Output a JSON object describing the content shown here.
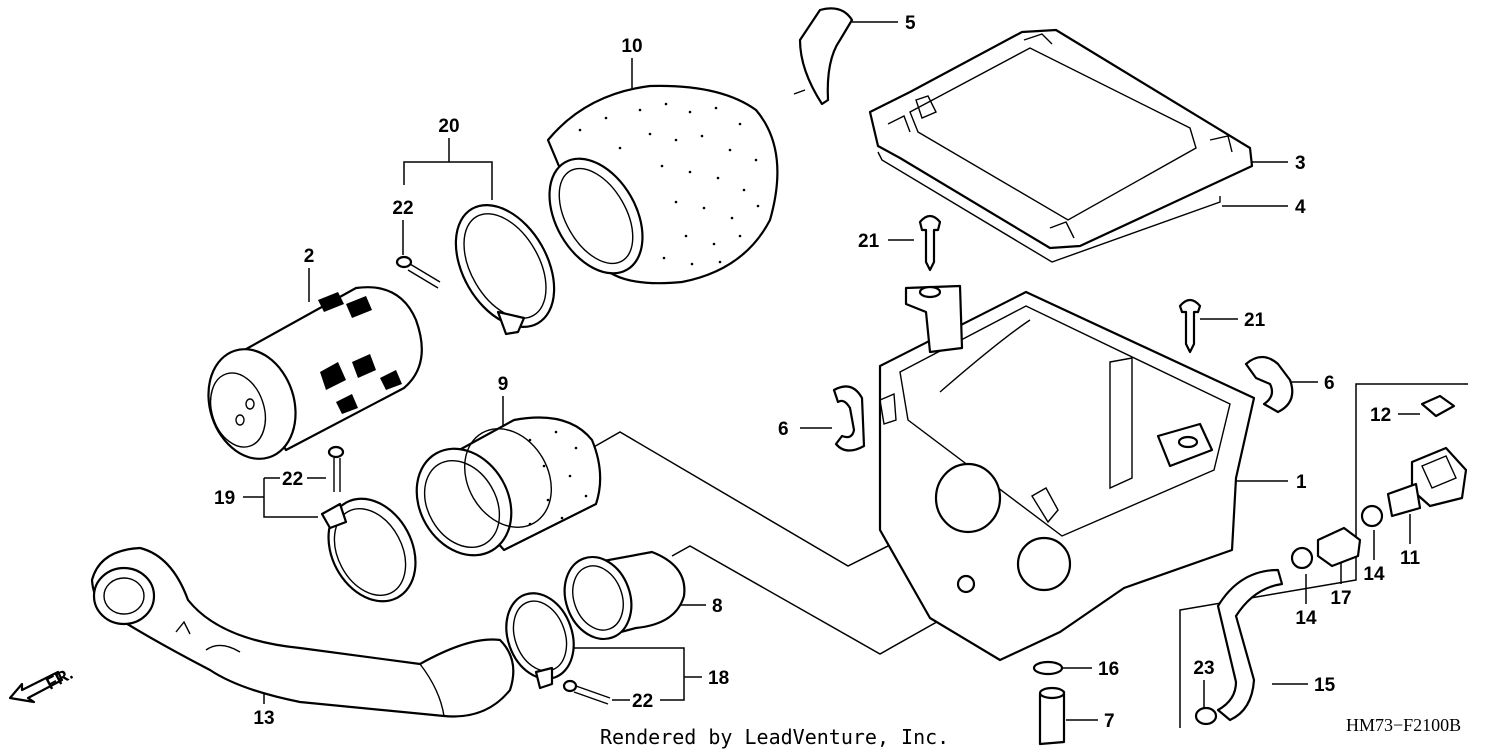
{
  "callouts": {
    "c1": "1",
    "c2": "2",
    "c3": "3",
    "c4": "4",
    "c5": "5",
    "c6a": "6",
    "c6b": "6",
    "c7": "7",
    "c8": "8",
    "c9": "9",
    "c10": "10",
    "c11": "11",
    "c12": "12",
    "c13": "13",
    "c14a": "14",
    "c14b": "14",
    "c15": "15",
    "c16": "16",
    "c17": "17",
    "c18": "18",
    "c19": "19",
    "c20": "20",
    "c21a": "21",
    "c21b": "21",
    "c22a": "22",
    "c22b": "22",
    "c22c": "22",
    "c23": "23"
  },
  "direction_label": "FR.",
  "diagram_code": "HM73−F2100B",
  "credit": "Rendered by LeadVenture, Inc."
}
